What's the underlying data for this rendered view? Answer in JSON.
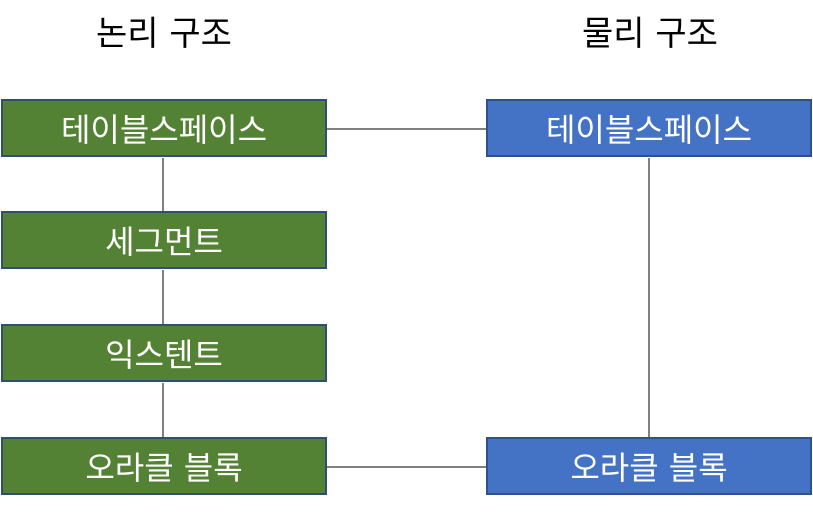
{
  "headings": {
    "logical": "논리 구조",
    "physical": "물리 구조"
  },
  "logical": {
    "tablespace": "테이블스페이스",
    "segment": "세그먼트",
    "extent": "익스텐트",
    "block": "오라클 블록"
  },
  "physical": {
    "tablespace": "테이블스페이스",
    "block": "오라클 블록"
  },
  "colors": {
    "logical_fill": "#548235",
    "physical_fill": "#4472c4",
    "connector": "#000000"
  }
}
